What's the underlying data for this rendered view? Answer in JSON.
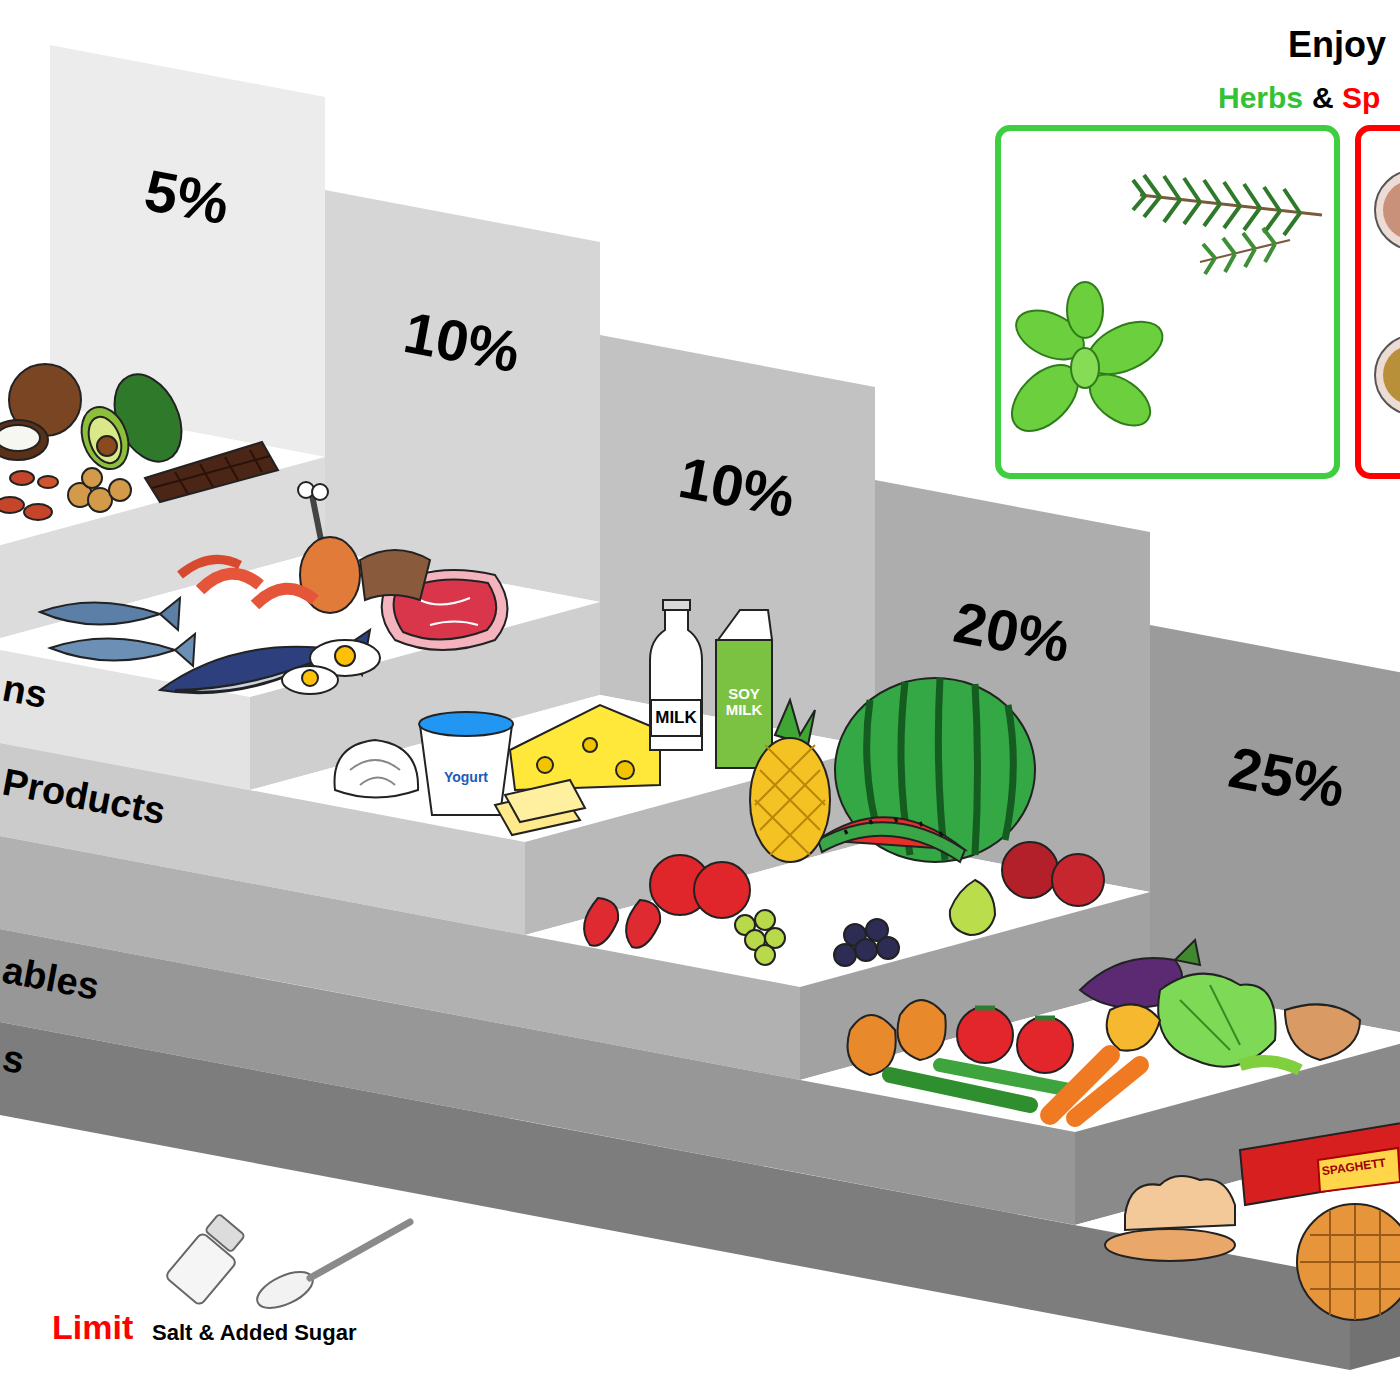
{
  "diagram": {
    "labels": [
      "Enjoy",
      "Herbs",
      "&",
      "Sp",
      "5%",
      "10%",
      "10%",
      "20%",
      "25%",
      "ns",
      "Products",
      "ables",
      "s",
      "MILK",
      "SOY MILK",
      "Yogurt",
      "SPAGHETT",
      "Limit",
      "Salt & Added Sugar"
    ]
  }
}
